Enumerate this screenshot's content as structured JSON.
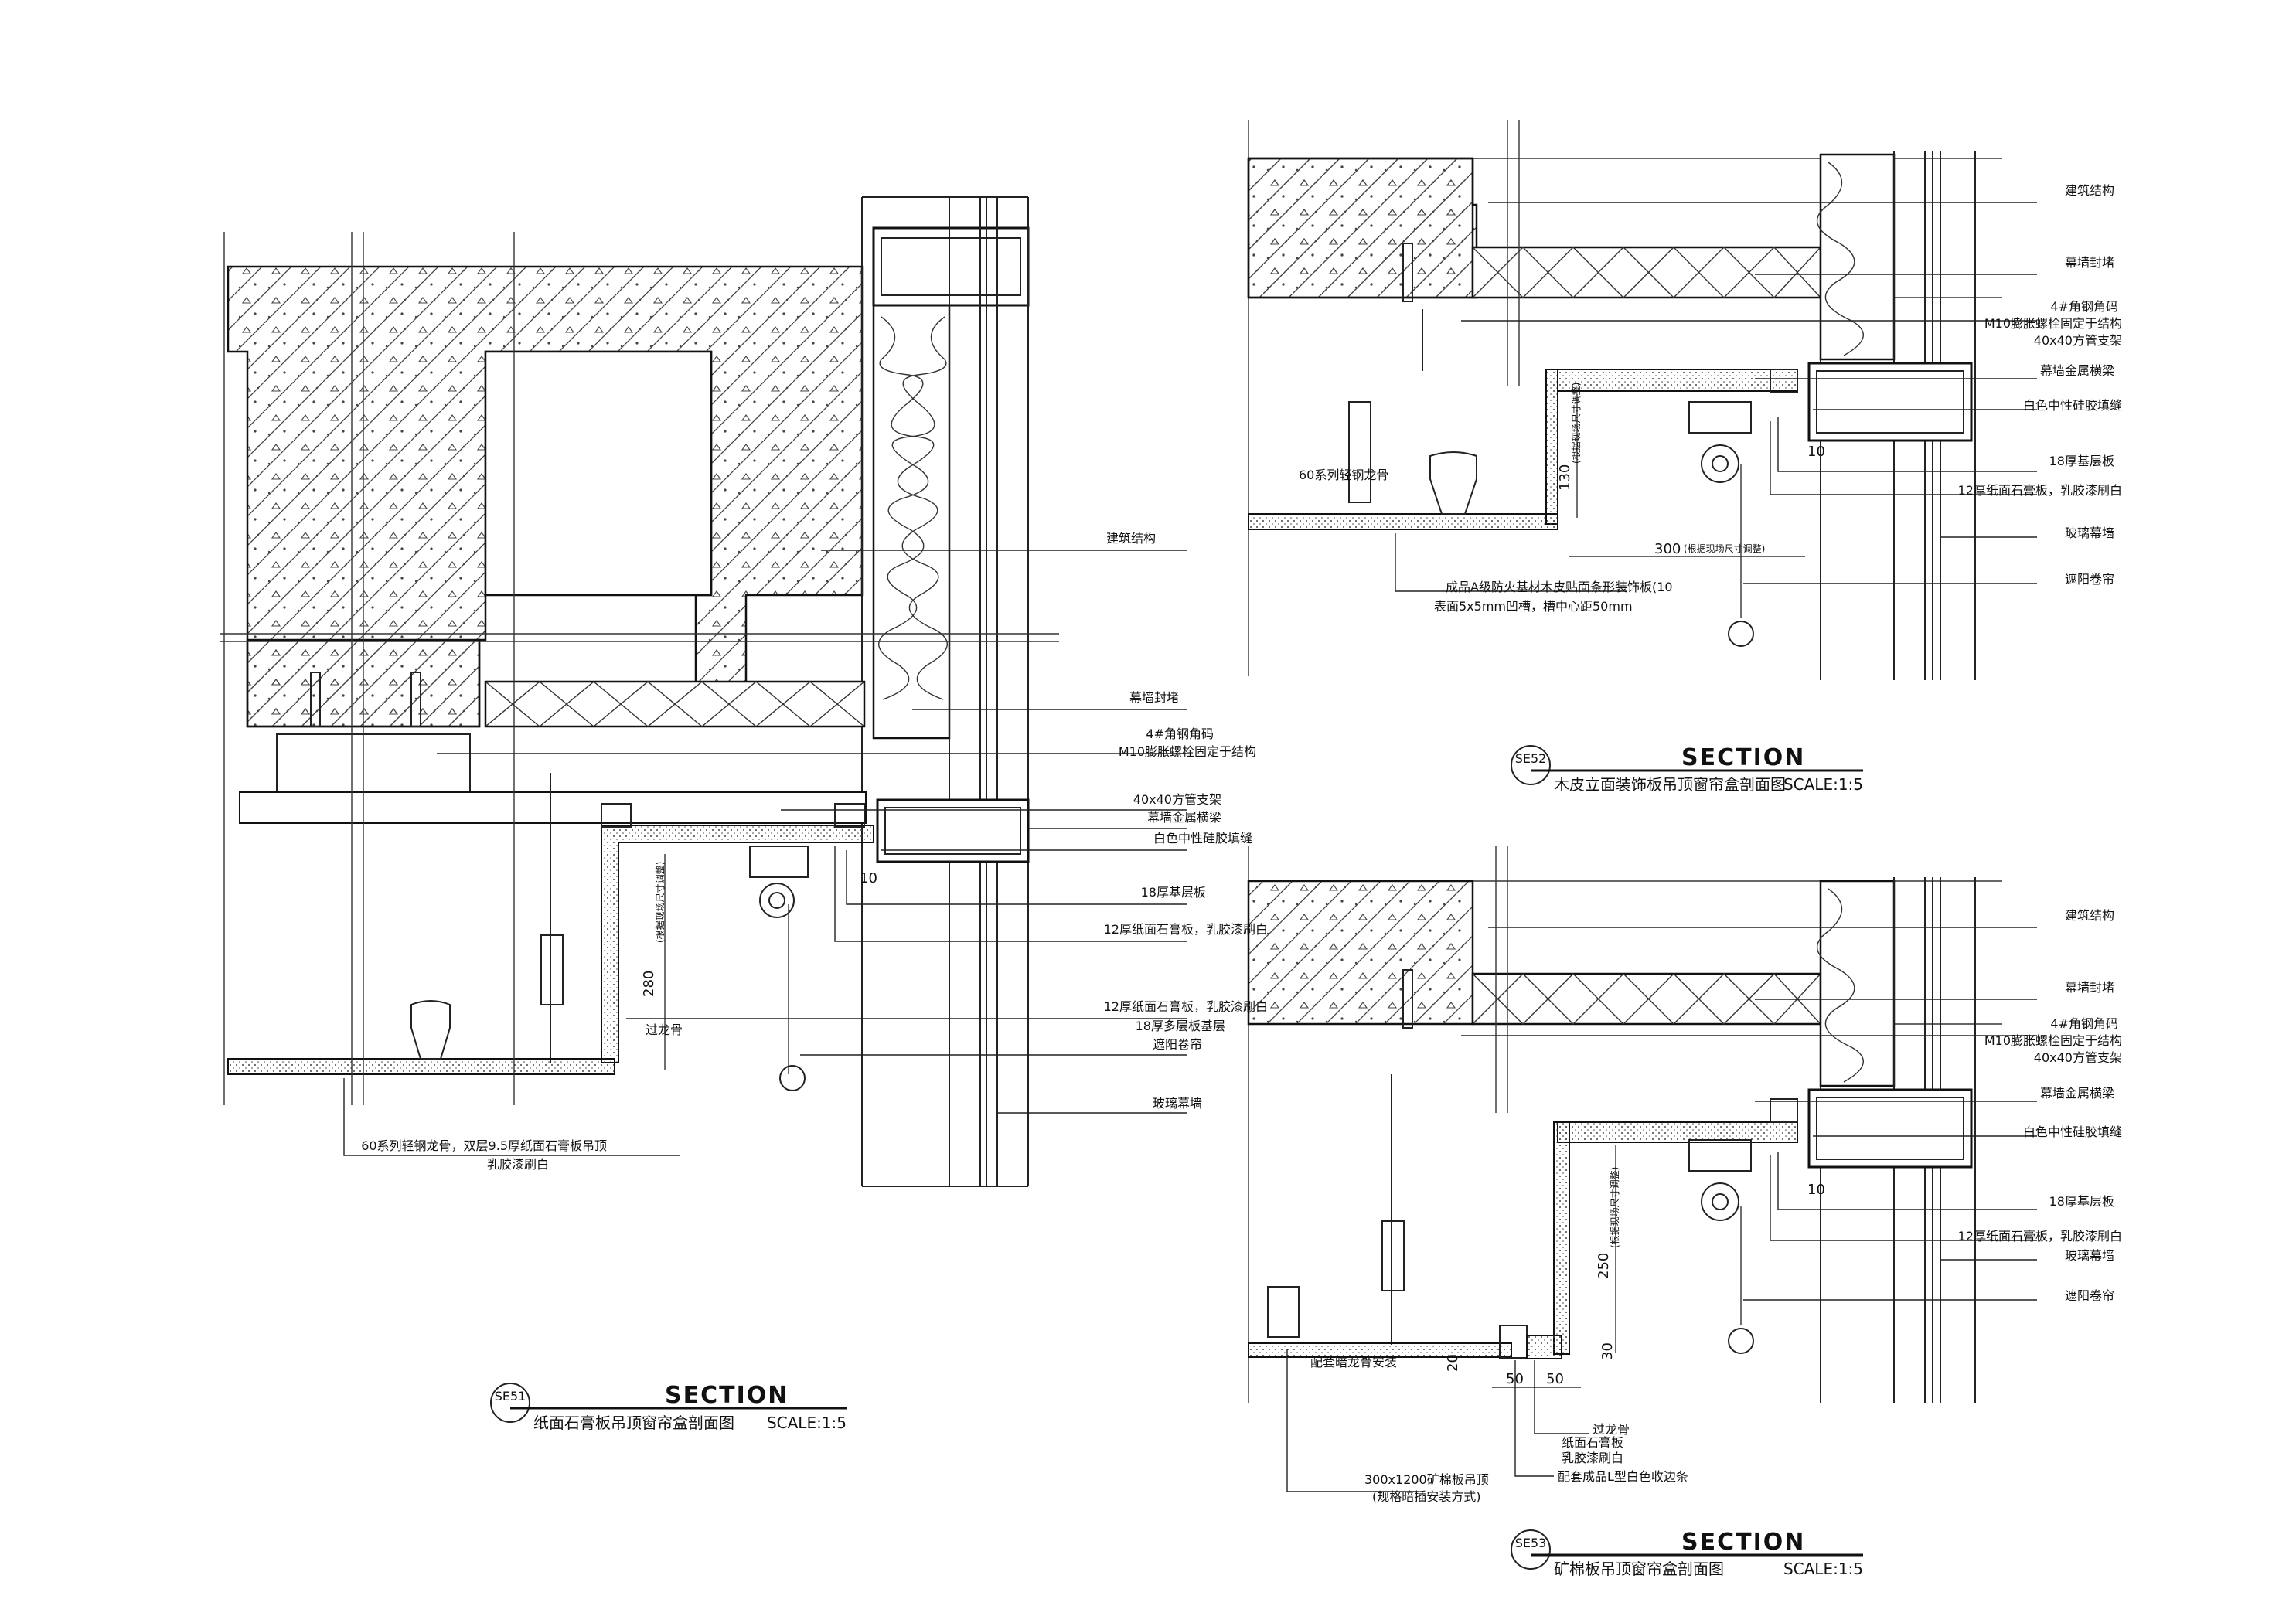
{
  "detail_se51": {
    "tag": "SE51",
    "section_word": "SECTION",
    "subtitle": "纸面石膏板吊顶窗帘盒剖面图",
    "scale": "SCALE:1:5",
    "callouts": {
      "building_structure": "建筑结构",
      "curtain_wall_closure": "幕墙封堵",
      "angle_steel": "4#角钢角码",
      "anchor_bolt": "M10膨胀螺栓固定于结构",
      "square_tube": "40x40方管支架",
      "metal_beam": "幕墙金属横梁",
      "sealant": "白色中性硅胶填缝",
      "plywood_18": "18厚基层板",
      "gypsum_12_paint": "12厚纸面石膏板，乳胶漆刷白",
      "gypsum_12_paint_b": "12厚纸面石膏板，乳胶漆刷白",
      "multiply_18": "18厚多层板基层",
      "roller_blind": "遮阳卷帘",
      "glass_wall": "玻璃幕墙",
      "transition": "过龙骨",
      "ceiling_note_1": "60系列轻钢龙骨，双层9.5厚纸面石膏板吊顶",
      "ceiling_note_2": "乳胶漆刷白"
    },
    "dims": {
      "d10": "10",
      "d280": "280",
      "d280_note": "(根据现场尺寸调整)"
    }
  },
  "detail_se52": {
    "tag": "SE52",
    "section_word": "SECTION",
    "subtitle": "木皮立面装饰板吊顶窗帘盒剖面图",
    "scale": "SCALE:1:5",
    "callouts": {
      "building_structure": "建筑结构",
      "curtain_wall_closure": "幕墙封堵",
      "angle_steel": "4#角钢角码",
      "anchor_bolt": "M10膨胀螺栓固定于结构",
      "square_tube": "40x40方管支架",
      "metal_beam": "幕墙金属横梁",
      "sealant": "白色中性硅胶填缝",
      "plywood_18": "18厚基层板",
      "gypsum_12_paint": "12厚纸面石膏板，乳胶漆刷白",
      "glass_wall": "玻璃幕墙",
      "roller_blind": "遮阳卷帘",
      "keel": "60系列轻钢龙骨",
      "panel_note_1": "成品A级防火基材木皮贴面条形装饰板(10",
      "panel_note_2": "表面5x5mm凹槽，槽中心距50mm"
    },
    "dims": {
      "d10": "10",
      "d130": "130",
      "d130_note": "(根据现场尺寸调整)",
      "d300": "300",
      "d300_note": "(根据现场尺寸调整)"
    }
  },
  "detail_se53": {
    "tag": "SE53",
    "section_word": "SECTION",
    "subtitle": "矿棉板吊顶窗帘盒剖面图",
    "scale": "SCALE:1:5",
    "callouts": {
      "building_structure": "建筑结构",
      "curtain_wall_closure": "幕墙封堵",
      "angle_steel": "4#角钢角码",
      "anchor_bolt": "M10膨胀螺栓固定于结构",
      "square_tube": "40x40方管支架",
      "metal_beam": "幕墙金属横梁",
      "sealant": "白色中性硅胶填缝",
      "plywood_18": "18厚基层板",
      "gypsum_12_paint": "12厚纸面石膏板，乳胶漆刷白",
      "glass_wall": "玻璃幕墙",
      "roller_blind": "遮阳卷帘",
      "keel_install": "配套暗龙骨安装",
      "transition": "过龙骨",
      "gypsum_board": "纸面石膏板",
      "latex_white": "乳胶漆刷白",
      "edge_strip": "配套成品L型白色收边条",
      "mineral_1": "300x1200矿棉板吊顶",
      "mineral_2": "(规格暗插安装方式)"
    },
    "dims": {
      "d10": "10",
      "d20": "20",
      "d30": "30",
      "d50a": "50",
      "d50b": "50",
      "d250": "250",
      "d250_note": "(根据现场尺寸调整)"
    }
  }
}
